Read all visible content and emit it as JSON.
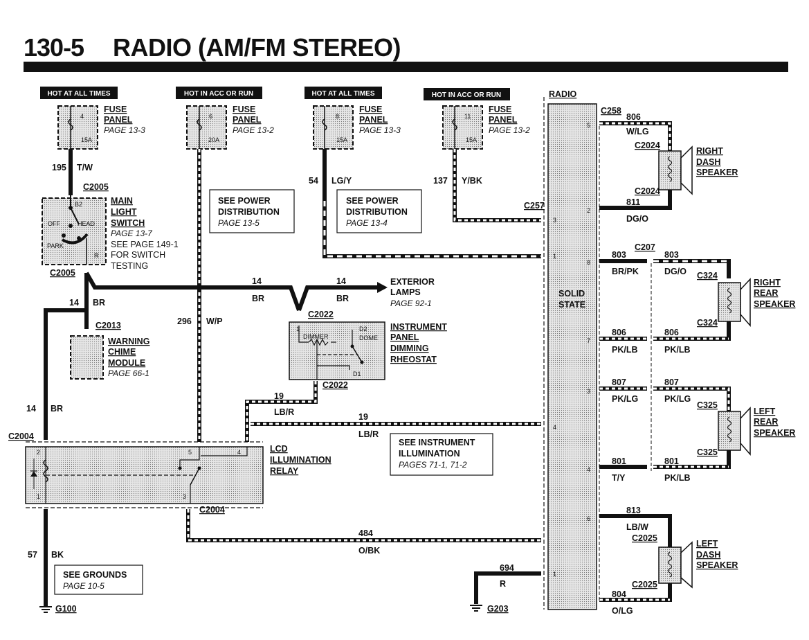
{
  "header": {
    "page_number": "130-5",
    "title": "RADIO (AM/FM STEREO)"
  },
  "hot_tags": [
    {
      "text": "HOT AT ALL TIMES"
    },
    {
      "text": "HOT IN ACC OR RUN"
    },
    {
      "text": "HOT AT ALL TIMES"
    },
    {
      "text": "HOT IN ACC OR RUN"
    }
  ],
  "fuses": [
    {
      "number": "4",
      "rating": "15A",
      "label1": "FUSE",
      "label2": "PANEL",
      "page": "PAGE 13-3"
    },
    {
      "number": "6",
      "rating": "20A",
      "label1": "FUSE",
      "label2": "PANEL",
      "page": "PAGE 13-2"
    },
    {
      "number": "8",
      "rating": "15A",
      "label1": "FUSE",
      "label2": "PANEL",
      "page": "PAGE 13-3"
    },
    {
      "number": "11",
      "rating": "15A",
      "label1": "FUSE",
      "label2": "PANEL",
      "page": "PAGE 13-2"
    }
  ],
  "wires": {
    "w195": {
      "circuit": "195",
      "color": "T/W"
    },
    "w296": {
      "circuit": "296",
      "color": "W/P"
    },
    "w54": {
      "circuit": "54",
      "color": "LG/Y"
    },
    "w137": {
      "circuit": "137",
      "color": "Y/BK"
    },
    "w14a": {
      "circuit": "14",
      "color": "BR"
    },
    "w14b": {
      "circuit": "14",
      "color": "BR"
    },
    "w14c": {
      "circuit": "14",
      "color": "BR"
    },
    "w14d": {
      "circuit": "14",
      "color": "BR"
    },
    "w19a": {
      "circuit": "19",
      "color": "LB/R"
    },
    "w19b": {
      "circuit": "19",
      "color": "LB/R"
    },
    "w484": {
      "circuit": "484",
      "color": "O/BK"
    },
    "w57": {
      "circuit": "57",
      "color": "BK"
    },
    "w694": {
      "circuit": "694",
      "color": "R"
    },
    "w806a": {
      "circuit": "806",
      "color": "W/LG"
    },
    "w811": {
      "circuit": "811",
      "color": "DG/O"
    },
    "w803a": {
      "circuit": "803",
      "color": "BR/PK"
    },
    "w803b": {
      "circuit": "803",
      "color": "DG/O"
    },
    "w806b": {
      "circuit": "806",
      "color": "PK/LB"
    },
    "w806c": {
      "circuit": "806",
      "color": "PK/LB"
    },
    "w807a": {
      "circuit": "807",
      "color": "PK/LG"
    },
    "w807b": {
      "circuit": "807",
      "color": "PK/LG"
    },
    "w801a": {
      "circuit": "801",
      "color": "T/Y"
    },
    "w801b": {
      "circuit": "801",
      "color": "PK/LB"
    },
    "w813": {
      "circuit": "813",
      "color": "LB/W"
    },
    "w804": {
      "circuit": "804",
      "color": "O/LG"
    }
  },
  "connectors": {
    "c2005a": "C2005",
    "c2005b": "C2005",
    "c2013": "C2013",
    "c2022a": "C2022",
    "c2022b": "C2022",
    "c2004a": "C2004",
    "c2004b": "C2004",
    "c257": "C257",
    "c258": "C258",
    "c2024a": "C2024",
    "c2024b": "C2024",
    "c207": "C207",
    "c324a": "C324",
    "c324b": "C324",
    "c325a": "C325",
    "c325b": "C325",
    "c2025a": "C2025",
    "c2025b": "C2025"
  },
  "components": {
    "main_light_switch": {
      "l1": "MAIN",
      "l2": "LIGHT",
      "l3": "SWITCH",
      "page": "PAGE 13-7",
      "note1": "SEE PAGE 149-1",
      "note2": "FOR SWITCH",
      "note3": "TESTING",
      "pos_off": "OFF",
      "pos_head": "HEAD",
      "pos_park": "PARK",
      "term_b2": "B2",
      "term_r": "R"
    },
    "warning_chime": {
      "l1": "WARNING",
      "l2": "CHIME",
      "l3": "MODULE",
      "page": "PAGE 66-1"
    },
    "rheostat": {
      "l1": "INSTRUMENT",
      "l2": "PANEL",
      "l3": "DIMMING",
      "l4": "RHEOSTAT",
      "dimmer": "DIMMER",
      "dome": "DOME",
      "t1": "1",
      "d2": "D2",
      "d1": "D1"
    },
    "lcd_relay": {
      "l1": "LCD",
      "l2": "ILLUMINATION",
      "l3": "RELAY",
      "p1": "1",
      "p2": "2",
      "p3": "3",
      "p4": "4",
      "p5": "5"
    },
    "exterior_lamps": {
      "l1": "EXTERIOR",
      "l2": "LAMPS",
      "page": "PAGE 92-1"
    },
    "radio": {
      "label": "RADIO",
      "inner1": "SOLID",
      "inner2": "STATE",
      "pins": {
        "p3": "3",
        "p1a": "1",
        "p4": "4",
        "p1b": "1",
        "r5": "5",
        "r2": "2",
        "r8": "8",
        "r7": "7",
        "r3": "3",
        "r4": "4",
        "r6": "6",
        "r1": "1"
      }
    },
    "right_dash": {
      "l1": "RIGHT",
      "l2": "DASH",
      "l3": "SPEAKER"
    },
    "right_rear": {
      "l1": "RIGHT",
      "l2": "REAR",
      "l3": "SPEAKER"
    },
    "left_rear": {
      "l1": "LEFT",
      "l2": "REAR",
      "l3": "SPEAKER"
    },
    "left_dash": {
      "l1": "LEFT",
      "l2": "DASH",
      "l3": "SPEAKER"
    }
  },
  "notes": {
    "power_dist_1": {
      "l1": "SEE POWER",
      "l2": "DISTRIBUTION",
      "page": "PAGE 13-5"
    },
    "power_dist_2": {
      "l1": "SEE POWER",
      "l2": "DISTRIBUTION",
      "page": "PAGE 13-4"
    },
    "instrument_illum": {
      "l1": "SEE INSTRUMENT",
      "l2": "ILLUMINATION",
      "page": "PAGES 71-1, 71-2"
    },
    "grounds": {
      "l1": "SEE GROUNDS",
      "page": "PAGE 10-5"
    }
  },
  "grounds": {
    "g100": "G100",
    "g203": "G203"
  }
}
